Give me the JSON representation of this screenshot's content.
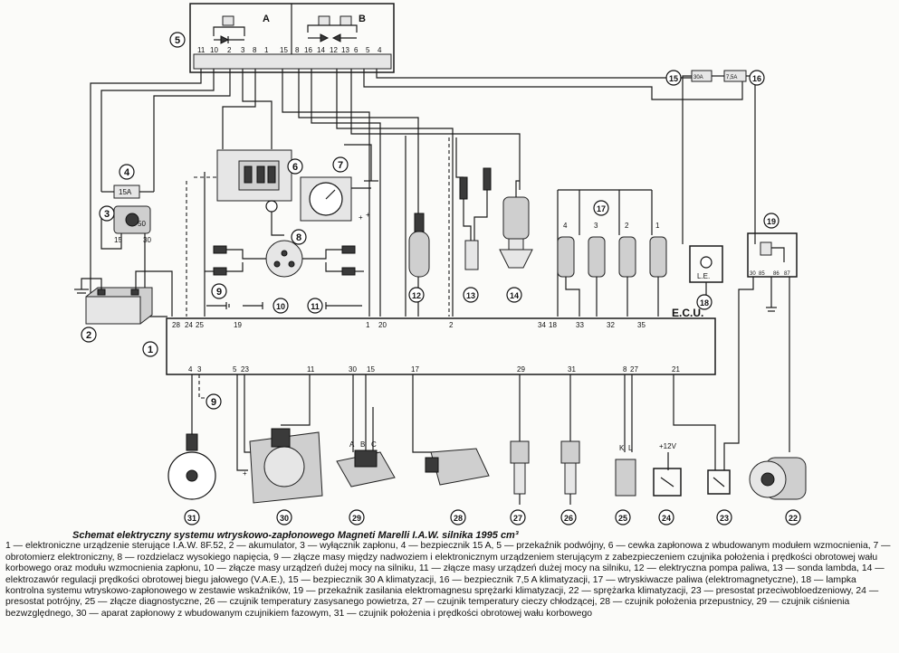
{
  "diagram": {
    "relay_sides": [
      "A",
      "B"
    ],
    "relay_pins_a": [
      "11",
      "10",
      "2",
      "3",
      "8",
      "1"
    ],
    "relay_pins_b": [
      "15",
      "8",
      "16",
      "14",
      "12",
      "13",
      "6",
      "5",
      "4"
    ],
    "ecu_label": "E.C.U.",
    "ecu_top_pins": [
      "28",
      "24",
      "25",
      "19",
      "1",
      "20",
      "2",
      "34",
      "18",
      "33",
      "32",
      "35"
    ],
    "ecu_bottom_pins": [
      "4",
      "3",
      "5",
      "23",
      "11",
      "30",
      "15",
      "17",
      "29",
      "31",
      "8",
      "27",
      "21"
    ],
    "fuse_4_text": "15A",
    "fuse_15_text": "30A",
    "fuse_16_text": "7,5A",
    "switch_3_pins": [
      "50",
      "15",
      "30"
    ],
    "connector_29_pins": [
      "A",
      "B",
      "C"
    ],
    "connector_25_pins": [
      "K",
      "L"
    ],
    "supply_24": "+12V",
    "lamp_18_text": "L.E.",
    "relay_19_pins": [
      "30",
      "85",
      "86",
      "87"
    ],
    "injector_numbers": [
      "4",
      "3",
      "2",
      "1"
    ],
    "plus_signs": [
      "+",
      "+",
      "+"
    ],
    "callouts": [
      "1",
      "2",
      "3",
      "4",
      "5",
      "6",
      "7",
      "8",
      "9",
      "10",
      "11",
      "12",
      "13",
      "14",
      "15",
      "16",
      "17",
      "18",
      "19",
      "9",
      "31",
      "30",
      "29",
      "28",
      "27",
      "26",
      "25",
      "24",
      "23",
      "22"
    ]
  },
  "caption": {
    "title": "Schemat elektryczny systemu wtryskowo-zapłonowego Magneti Marelli I.A.W. silnika 1995 cm³",
    "legend": "1 — elektroniczne urządzenie sterujące I.A.W. 8F.52, 2 — akumulator, 3 — wyłącznik zapłonu, 4 — bezpiecznik 15 A, 5 — przekaźnik podwójny, 6 — cewka zapłonowa z wbudowanym modułem wzmocnienia, 7 — obrotomierz elektroniczny, 8 — rozdzielacz wysokiego napięcia, 9 — złącze masy między nadwoziem i elektronicznym urządzeniem sterującym z zabezpieczeniem czujnika położenia i prędkości obrotowej wału korbowego oraz modułu wzmocnienia zapłonu, 10 — złącze masy urządzeń dużej mocy na silniku, 11 — złącze masy urządzeń dużej mocy na silniku, 12 — elektryczna pompa paliwa, 13 — sonda lambda, 14 — elektrozawór regulacji prędkości obrotowej biegu jałowego (V.A.E.), 15 — bezpiecznik 30 A klimatyzacji, 16 — bezpiecznik 7,5 A klimatyzacji, 17 — wtryskiwacze paliwa (elektromagnetyczne), 18 — lampka kontrolna systemu wtryskowo-zapłonowego w zestawie wskaźników, 19 — przekaźnik zasilania elektromagnesu sprężarki klimatyzacji, 22 — sprężarka klimatyzacji, 23 — presostat przeciwobloedzeniowy, 24 — presostat potrójny, 25 — złącze diagnostyczne, 26 — czujnik temperatury zasysanego powietrza, 27 — czujnik temperatury cieczy chłodzącej, 28 — czujnik położenia przepustnicy, 29 — czujnik ciśnienia bezwzględnego, 30 — aparat zapłonowy z wbudowanym czujnikiem fazowym, 31 — czujnik położenia i prędkości obrotowej wału korbowego"
  }
}
